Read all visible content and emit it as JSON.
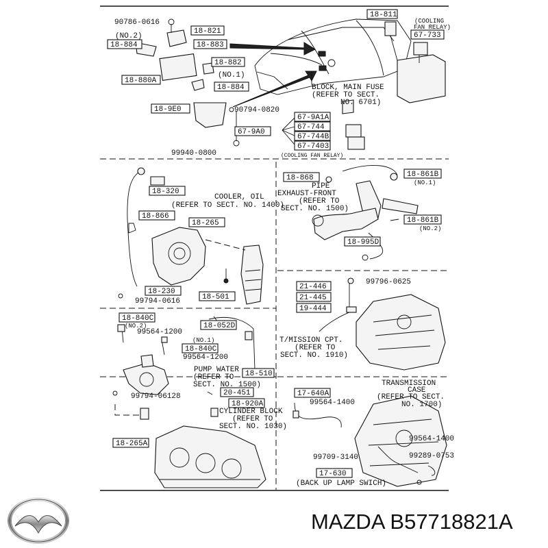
{
  "diagram": {
    "sections": [
      {
        "id": "top",
        "labels": [
          {
            "text": "90786-0616"
          },
          {
            "text": "18-821"
          },
          {
            "text": "(NO.2)"
          },
          {
            "text": "18-884"
          },
          {
            "text": "18-883"
          },
          {
            "text": "18-882"
          },
          {
            "text": "(NO.1)"
          },
          {
            "text": "18-880A"
          },
          {
            "text": "18-884"
          },
          {
            "text": "18-9E0"
          },
          {
            "text": "90794-0820"
          },
          {
            "text": "99940-0800"
          },
          {
            "text": "67-9A0"
          },
          {
            "text": "67-9A1A"
          },
          {
            "text": "67-744"
          },
          {
            "text": "67-744B"
          },
          {
            "text": "67-7403"
          },
          {
            "text": "(COOLING FAN RELAY)"
          },
          {
            "text": "18-811"
          },
          {
            "text": "(COOLING"
          },
          {
            "text": "FAN RELAY)"
          },
          {
            "text": "67-733"
          },
          {
            "text": "BLOCK, MAIN FUSE"
          },
          {
            "text": "(REFER TO SECT."
          },
          {
            "text": "NO. 6701)"
          }
        ]
      },
      {
        "id": "middle-left",
        "labels": [
          {
            "text": "18-320"
          },
          {
            "text": "COOLER, OIL"
          },
          {
            "text": "(REFER TO SECT. NO. 1400)"
          },
          {
            "text": "18-866"
          },
          {
            "text": "18-265"
          },
          {
            "text": "18-230"
          },
          {
            "text": "99794-0616"
          },
          {
            "text": "18-501"
          }
        ]
      },
      {
        "id": "middle-right",
        "labels": [
          {
            "text": "18-868"
          },
          {
            "text": "18-861B"
          },
          {
            "text": "(NO.1)"
          },
          {
            "text": "PIPE"
          },
          {
            "text": "EXHAUST-FRONT"
          },
          {
            "text": "(REFER TO"
          },
          {
            "text": "SECT. NO. 1500)"
          },
          {
            "text": "18-861B"
          },
          {
            "text": "(NO.2)"
          },
          {
            "text": "18-995D"
          }
        ]
      },
      {
        "id": "lower-left",
        "labels": [
          {
            "text": "18-840C"
          },
          {
            "text": "(NO.2)"
          },
          {
            "text": "99564-1200"
          },
          {
            "text": "18-052D"
          },
          {
            "text": "(NO.1)"
          },
          {
            "text": "18-840C"
          },
          {
            "text": "99564-1200"
          },
          {
            "text": "PUMP WATER"
          },
          {
            "text": "(REFER TO"
          },
          {
            "text": "SECT. NO. 1500)"
          },
          {
            "text": "18-510"
          }
        ]
      },
      {
        "id": "lower-right",
        "labels": [
          {
            "text": "21-446"
          },
          {
            "text": "99796-0625"
          },
          {
            "text": "21-445"
          },
          {
            "text": "19-444"
          },
          {
            "text": "T/MISSION CPT."
          },
          {
            "text": "(REFER TO"
          },
          {
            "text": "SECT. NO. 1910)"
          }
        ]
      },
      {
        "id": "bottom-left",
        "labels": [
          {
            "text": "20-451"
          },
          {
            "text": "99794-06128"
          },
          {
            "text": "18-920A"
          },
          {
            "text": "CYLINDER BLOCK"
          },
          {
            "text": "(REFER TO"
          },
          {
            "text": "SECT. NO. 1030)"
          },
          {
            "text": "18-265A"
          }
        ]
      },
      {
        "id": "bottom-right",
        "labels": [
          {
            "text": "TRANSMISSION"
          },
          {
            "text": "CASE"
          },
          {
            "text": "(REFER TO SECT."
          },
          {
            "text": "NO. 1700)"
          },
          {
            "text": "17-640A"
          },
          {
            "text": "99564-1400"
          },
          {
            "text": "99564-1400"
          },
          {
            "text": "99289-0753"
          },
          {
            "text": "99709-3140"
          },
          {
            "text": "17-630"
          },
          {
            "text": "(BACK UP LAMP SWICH)"
          }
        ]
      }
    ]
  },
  "footer": {
    "brand_icon": "mazda-logo-icon",
    "caption": "MAZDA B57718821A"
  }
}
